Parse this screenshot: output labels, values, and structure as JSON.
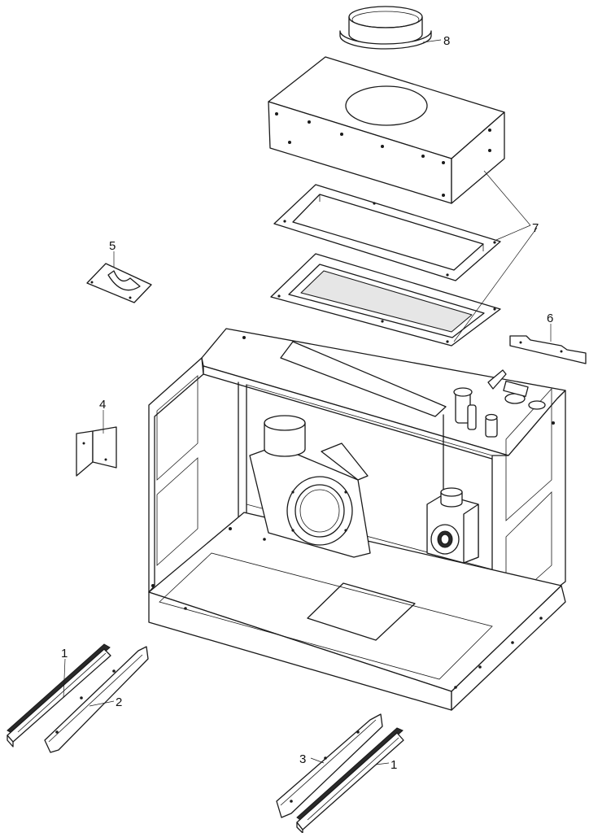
{
  "callouts": [
    "8",
    "7",
    "5",
    "6",
    "4",
    "1",
    "2",
    "3",
    "1"
  ],
  "colors": {
    "line": "#1a1a1a",
    "background": "#ffffff",
    "shade": "#e6e6e6"
  }
}
